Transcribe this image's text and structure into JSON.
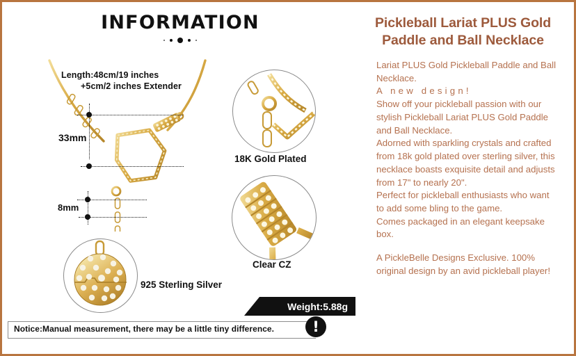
{
  "theme": {
    "border_color": "#b8753f",
    "title_color": "#9d5a3c",
    "body_color": "#b5714f",
    "ink": "#111111",
    "gold": "#d4a843",
    "gold_dark": "#b88a2e",
    "gold_light": "#f0d98a"
  },
  "left_panel": {
    "header": "INFORMATION",
    "measurements": {
      "length_line1": "Length:48cm/19 inches",
      "length_line2": "+5cm/2 inches Extender",
      "pendant_height": "33mm",
      "ball_diameter": "8mm"
    },
    "detail_callouts": [
      {
        "label": "18K Gold Plated",
        "icon": "clasp-closeup-icon"
      },
      {
        "label": "Clear CZ",
        "icon": "paddle-handle-closeup-icon"
      },
      {
        "label": "925 Sterling Silver",
        "icon": "pickleball-sphere-closeup-icon"
      }
    ],
    "weight_badge": "Weight:5.88g",
    "notice": "Notice:Manual measurement, there may be a little tiny difference.",
    "notice_icon": "!"
  },
  "right_panel": {
    "title": "Pickleball Lariat PLUS Gold Paddle and Ball Necklace",
    "description": [
      "Lariat PLUS Gold Pickleball Paddle and Ball Necklace.",
      "A new design!",
      "Show off your pickleball passion with our stylish Pickleball Lariat PLUS Gold Paddle and Ball Necklace.",
      "Adorned with sparkling crystals and crafted from 18k gold plated over sterling silver, this necklace boasts exquisite detail and adjusts from 17\" to nearly 20\".",
      "Perfect for pickleball enthusiasts who want to add some bling to the game.",
      "Comes packaged in an elegant keepsake box.",
      "A PickleBelle Designs Exclusive. 100% original design by an avid pickleball player!"
    ]
  }
}
